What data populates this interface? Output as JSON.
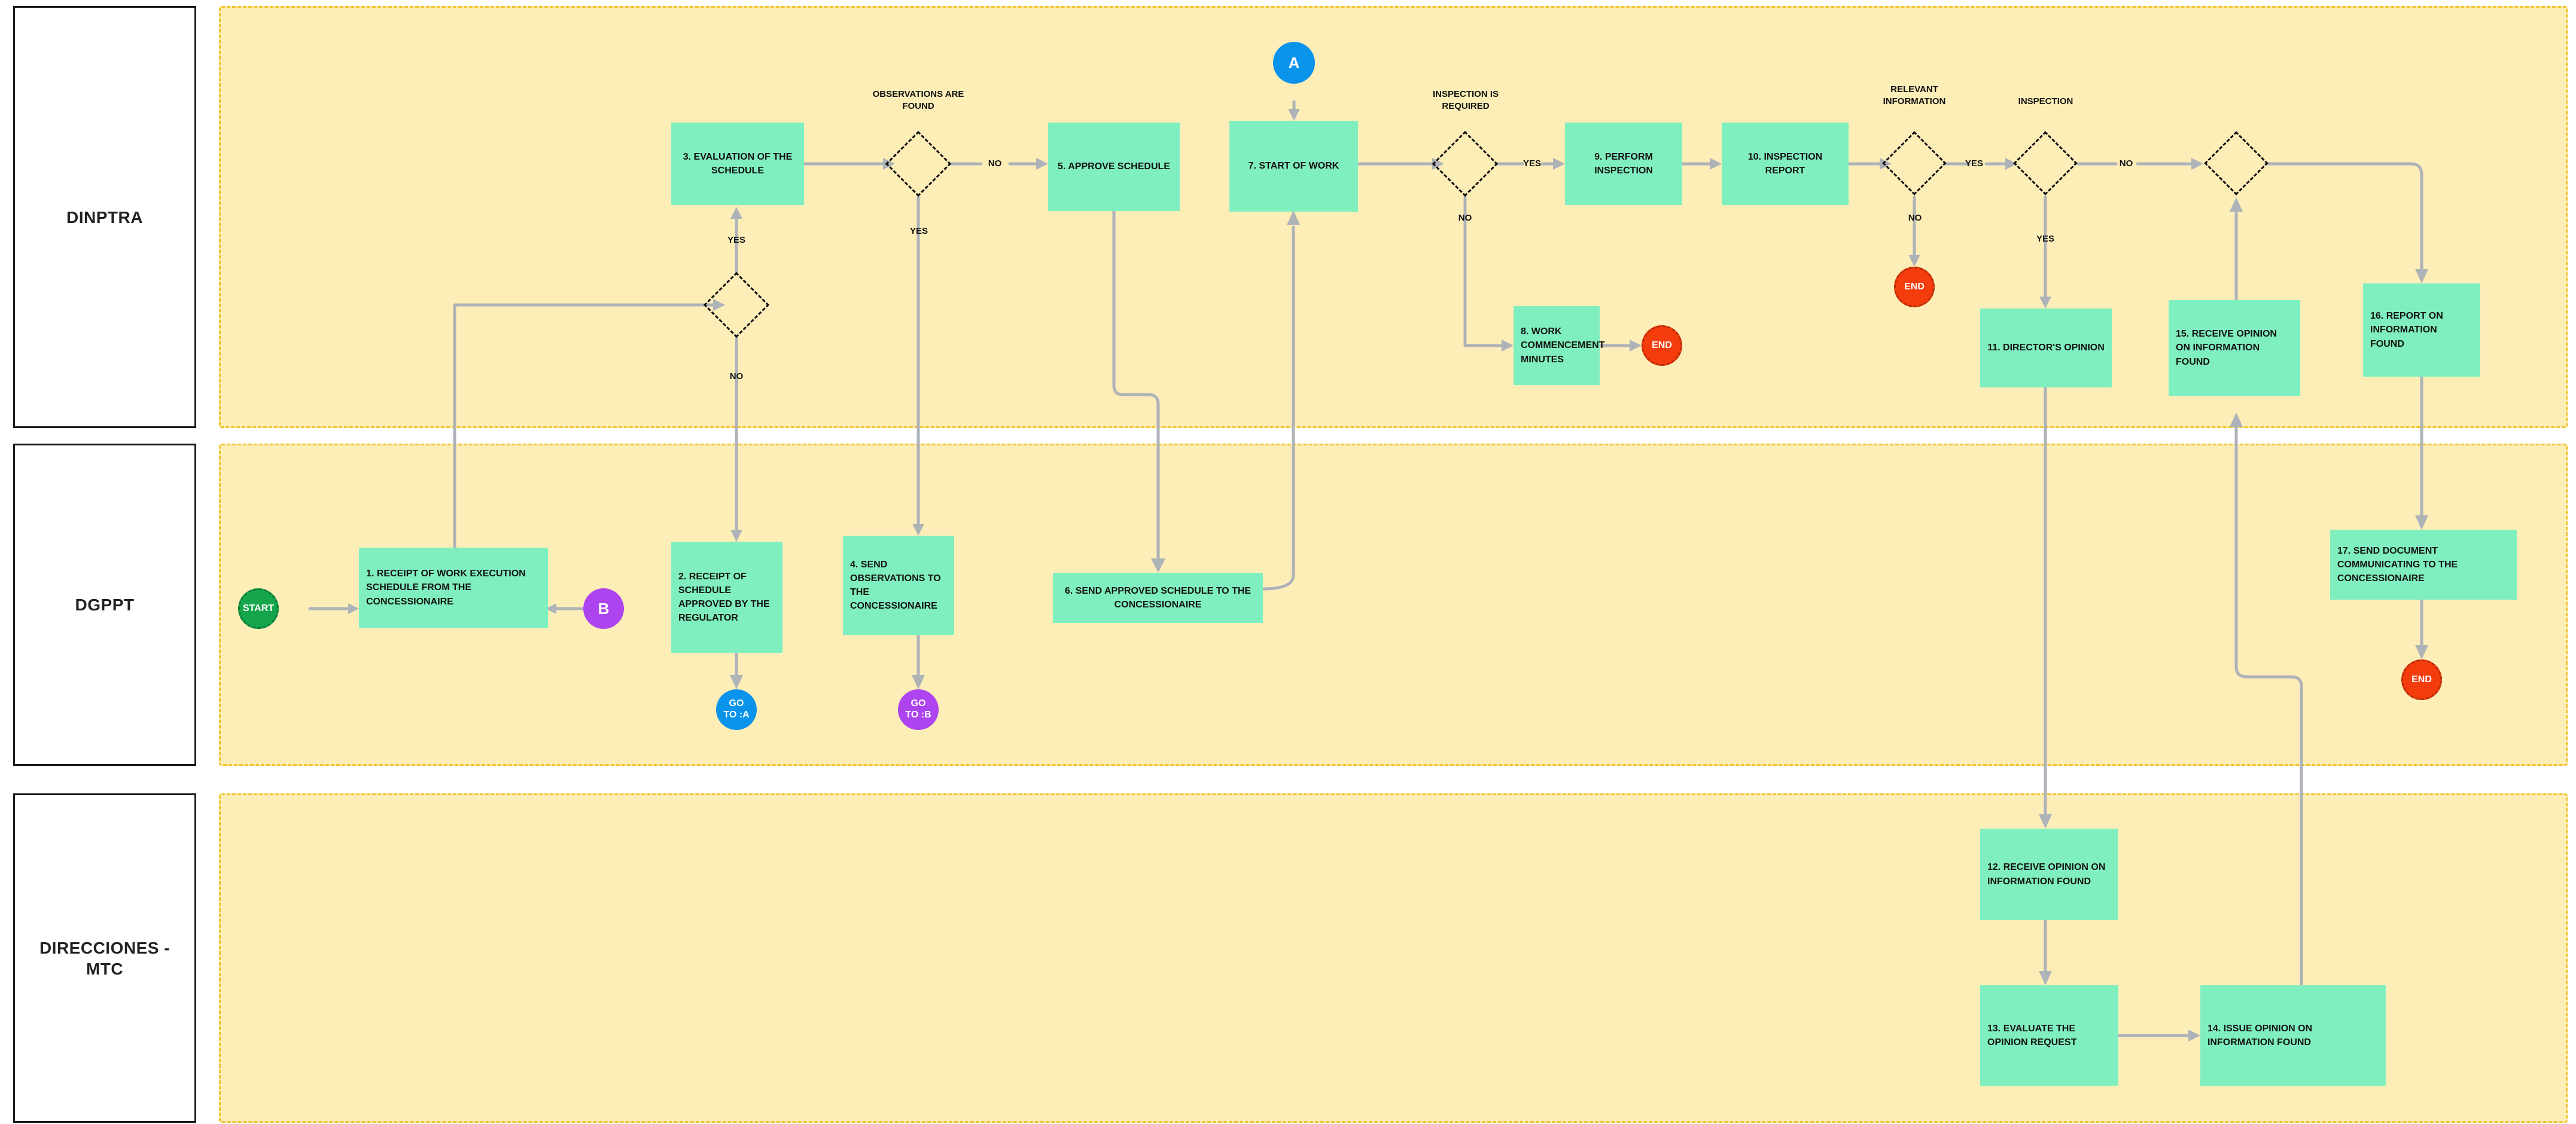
{
  "diagram": {
    "title": "Work Execution Schedule and Inspection Process",
    "type": "bpmn-swimlane-flowchart",
    "colors": {
      "lane_background": "#fdeeb8",
      "lane_border": "#f2c430",
      "task_fill": "#80efc0",
      "connector": "#aeb3b8",
      "start_event": "#15a64c",
      "end_event": "#f53c0c",
      "link_a": "#0a93eb",
      "link_b": "#ad44ef",
      "text": "#111111"
    }
  },
  "lanes": [
    {
      "id": "lane-dinptra",
      "label": "DINPTRA"
    },
    {
      "id": "lane-dgppt",
      "label": "DGPPT"
    },
    {
      "id": "lane-direcciones",
      "label": "DIRECCIONES - MTC"
    }
  ],
  "tasks": [
    {
      "n": "1",
      "label": "1.  RECEIPT OF WORK EXECUTION SCHEDULE FROM THE CONCESSIONAIRE",
      "lane": "lane-dgppt"
    },
    {
      "n": "2",
      "label": "2.  RECEIPT OF SCHEDULE APPROVED BY THE REGULATOR",
      "lane": "lane-dgppt"
    },
    {
      "n": "3",
      "label": "3. EVALUATION OF THE SCHEDULE",
      "lane": "lane-dinptra"
    },
    {
      "n": "4",
      "label": "4.  SEND OBSERVATIONS TO THE CONCESSIONAIRE",
      "lane": "lane-dgppt"
    },
    {
      "n": "5",
      "label": "5. APPROVE SCHEDULE",
      "lane": "lane-dinptra"
    },
    {
      "n": "6",
      "label": "6.  SEND APPROVED SCHEDULE TO THE CONCESSIONAIRE",
      "lane": "lane-dgppt"
    },
    {
      "n": "7",
      "label": "7. START OF WORK",
      "lane": "lane-dinptra"
    },
    {
      "n": "8",
      "label": "8.  WORK COMMENCEMENT MINUTES",
      "lane": "lane-dinptra"
    },
    {
      "n": "9",
      "label": "9. PERFORM INSPECTION",
      "lane": "lane-dinptra"
    },
    {
      "n": "10",
      "label": "10. INSPECTION REPORT",
      "lane": "lane-dinptra"
    },
    {
      "n": "11",
      "label": "11. DIRECTOR'S OPINION",
      "lane": "lane-dinptra"
    },
    {
      "n": "12",
      "label": "12.  RECEIVE OPINION ON INFORMATION FOUND",
      "lane": "lane-direcciones"
    },
    {
      "n": "13",
      "label": "13. EVALUATE THE OPINION REQUEST",
      "lane": "lane-direcciones"
    },
    {
      "n": "14",
      "label": "14.  ISSUE OPINION ON INFORMATION FOUND",
      "lane": "lane-direcciones"
    },
    {
      "n": "15",
      "label": "15.  RECEIVE OPINION ON INFORMATION FOUND",
      "lane": "lane-dinptra"
    },
    {
      "n": "16",
      "label": "16. REPORT ON INFORMATION FOUND",
      "lane": "lane-dinptra"
    },
    {
      "n": "17",
      "label": "17.  SEND DOCUMENT COMMUNICATING TO THE CONCESSIONAIRE",
      "lane": "lane-dgppt"
    }
  ],
  "events": [
    {
      "id": "start",
      "label": "START",
      "kind": "start"
    },
    {
      "id": "end-1",
      "label": "END",
      "kind": "end"
    },
    {
      "id": "end-2",
      "label": "END",
      "kind": "end"
    },
    {
      "id": "end-3",
      "label": "END",
      "kind": "end"
    },
    {
      "id": "link-a",
      "label": "A",
      "kind": "link-target"
    },
    {
      "id": "link-b",
      "label": "B",
      "kind": "link-target"
    },
    {
      "id": "goto-a",
      "label": "GO\nTO :A",
      "kind": "link-source"
    },
    {
      "id": "goto-b",
      "label": "GO\nTO :B",
      "kind": "link-source"
    }
  ],
  "gateway_labels": {
    "g1": "",
    "observations_are_found": "OBSERVATIONS ARE\nFOUND",
    "inspection_is_required": "INSPECTION IS\nREQUIRED",
    "relevant_information": "RELEVANT\nINFORMATION",
    "inspection": "INSPECTION",
    "g6": ""
  },
  "edge_labels": {
    "g1_yes": "YES",
    "g1_no": "NO",
    "obs_no": "NO",
    "obs_yes": "YES",
    "insp_req_yes": "YES",
    "insp_req_no": "NO",
    "relevant_yes": "YES",
    "relevant_no": "NO",
    "inspection_yes": "YES",
    "inspection_no": "NO"
  }
}
